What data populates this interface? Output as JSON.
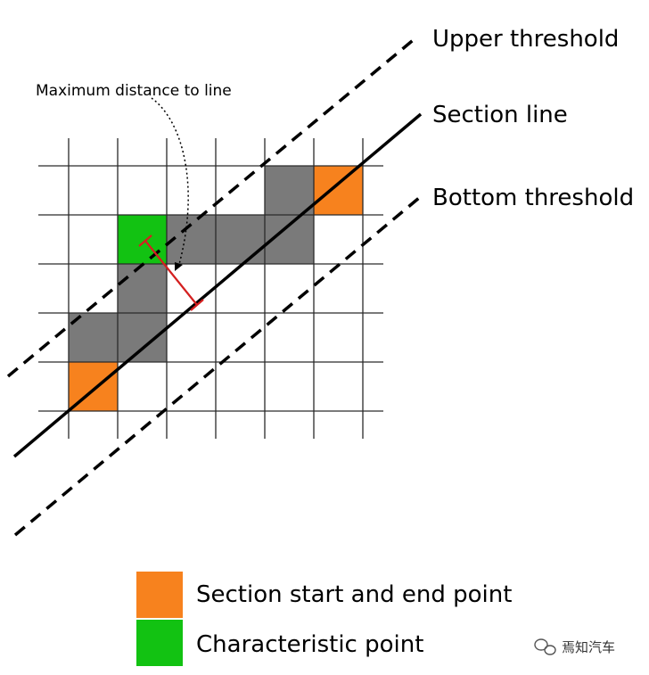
{
  "labels": {
    "upper_threshold": "Upper threshold",
    "section_line": "Section line",
    "bottom_threshold": "Bottom threshold",
    "max_distance": "Maximum distance to line"
  },
  "legend": [
    {
      "label": "Section start and end point",
      "color": "#f7821e"
    },
    {
      "label": "Characteristic point",
      "color": "#12c212"
    }
  ],
  "colors": {
    "orange": "#f7821e",
    "green": "#12c212",
    "gray": "#7a7a7a",
    "distance_marker": "#d42020"
  },
  "watermark": {
    "icon": "wechat-icon",
    "text": "焉知汽车"
  }
}
